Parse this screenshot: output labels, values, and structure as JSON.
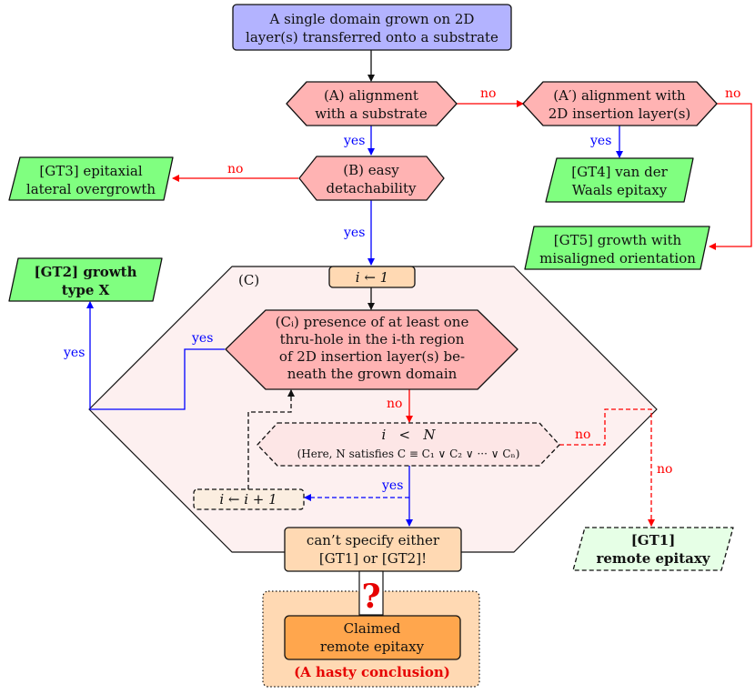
{
  "nodes": {
    "start": [
      "A single domain grown on 2D",
      "layer(s) transferred onto a substrate"
    ],
    "a": [
      "(A) alignment",
      "with a substrate"
    ],
    "a_prime": [
      "(A′) alignment with",
      "2D insertion layer(s)"
    ],
    "b": [
      "(B) easy",
      "detachability"
    ],
    "gt3": [
      "[GT3] epitaxial",
      "lateral overgrowth"
    ],
    "gt4": [
      "[GT4] van der",
      "Waals epitaxy"
    ],
    "gt5": [
      "[GT5] growth with",
      "misaligned orientation"
    ],
    "gt2": [
      "[GT2] growth",
      "type X"
    ],
    "c_label": "(C)",
    "init": "i ← 1",
    "ci": [
      "(Cᵢ) presence of at least one",
      "thru-hole in the i-th region",
      "of 2D insertion layer(s) be-",
      "neath the grown domain"
    ],
    "loop_cond": "i   <   N",
    "loop_note": "(Here, N satisfies C ≡ C₁ ∨ C₂ ∨ ··· ∨ Cₙ)",
    "incr": "i ← i + 1",
    "cant": [
      "can’t specify either",
      "[GT1] or [GT2]!"
    ],
    "gt1": [
      "[GT1]",
      "remote epitaxy"
    ],
    "question": "?",
    "claimed": [
      "Claimed",
      "remote epitaxy"
    ],
    "hasty": "(A hasty conclusion)"
  },
  "edge_labels": {
    "yes": "yes",
    "no": "no"
  },
  "colors": {
    "blue_fill": "#b3b3ff",
    "red_fill": "#ffb3b3",
    "green_fill": "#80ff80",
    "green_light": "#e6ffe6",
    "orange_fill": "#ffd9b3",
    "orange_dark": "#ffa64d",
    "region_fill": "#fdf0f0",
    "yes_edge": "#0000ff",
    "no_edge": "#ff0000",
    "hasty_text": "#e60000"
  }
}
